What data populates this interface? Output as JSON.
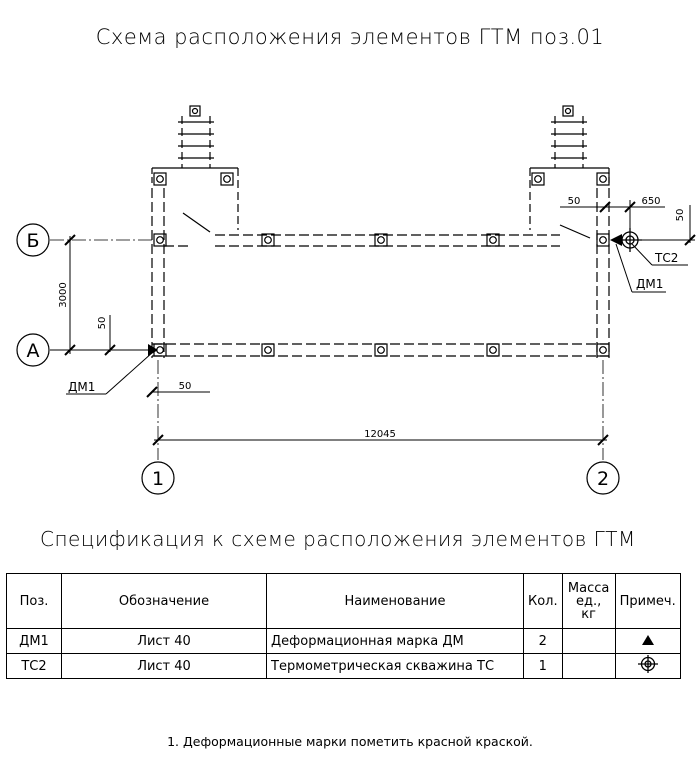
{
  "main_title": "Схема расположения элементов ГТМ поз.01",
  "plan": {
    "axis_b": "Б",
    "axis_a": "А",
    "axis_1": "1",
    "axis_2": "2",
    "dim_3000": "3000",
    "dim_12045": "12045",
    "dim_50_a_vertical": "50",
    "dim_50_bottom": "50",
    "dim_50_right_top": "50",
    "dim_650": "650",
    "dim_50_right_vertical": "50",
    "leader_dm1_left": "ДМ1",
    "leader_tc2_right": "ТС2",
    "leader_dm1_right": "ДМ1"
  },
  "spec_title": "Спецификация к схеме расположения элементов ГТМ",
  "spec_table": {
    "headers": [
      "Поз.",
      "Обозначение",
      "Наименование",
      "Кол.",
      "Масса ед., кг",
      "Примеч."
    ],
    "rows": [
      {
        "pos": "ДМ1",
        "designation": "Лист 40",
        "name": "Деформационная марка ДМ",
        "qty": "2",
        "mass": "",
        "note_icon": "triangle-icon"
      },
      {
        "pos": "ТС2",
        "designation": "Лист 40",
        "name": "Термометрическая скважина ТС",
        "qty": "1",
        "mass": "",
        "note_icon": "thermowell-icon"
      }
    ]
  },
  "footnote": "1. Деформационные марки пометить красной краской."
}
